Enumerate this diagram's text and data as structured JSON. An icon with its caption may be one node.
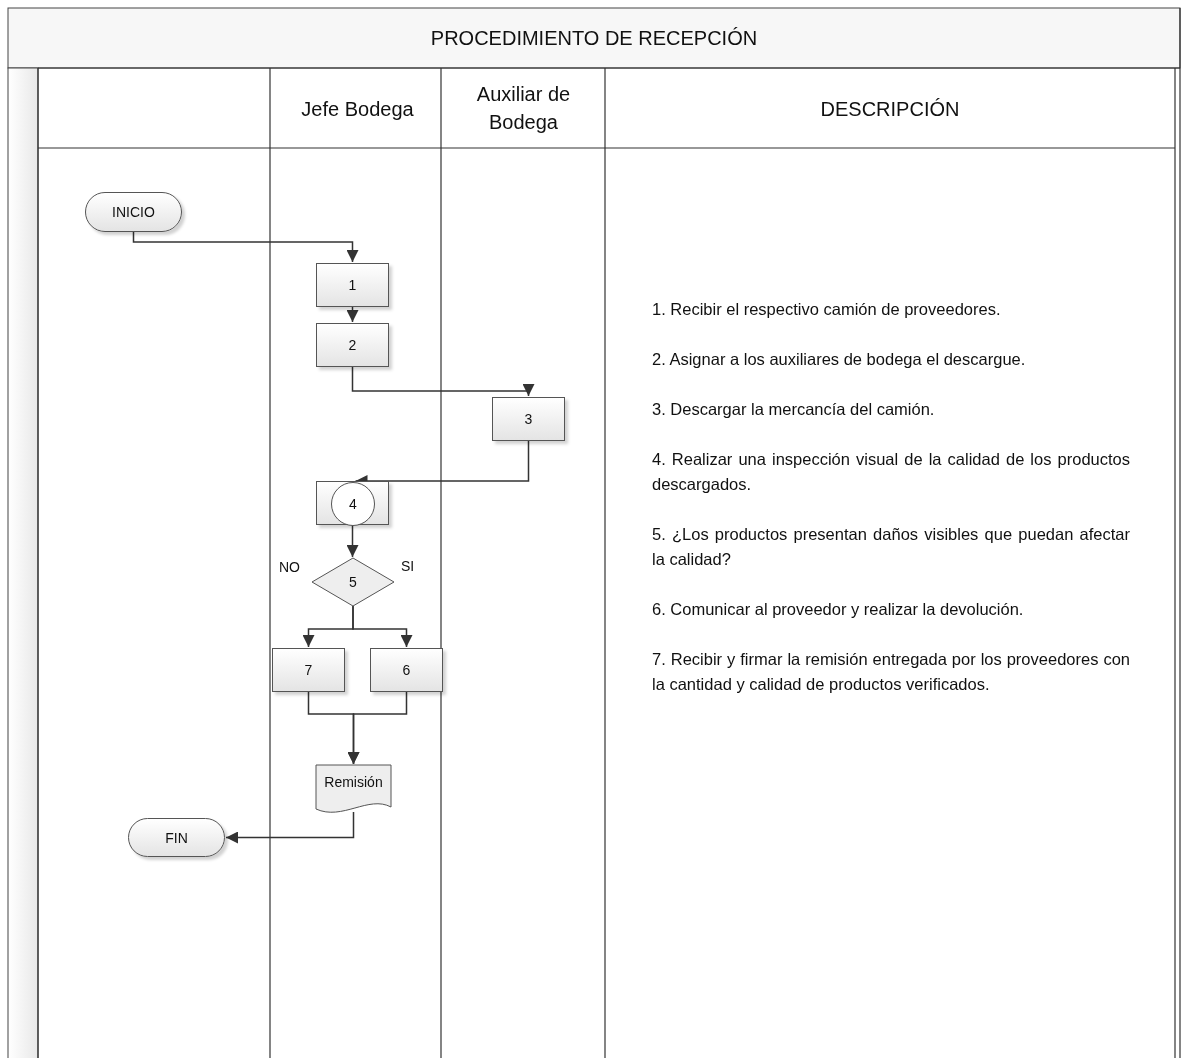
{
  "diagram": {
    "title": "PROCEDIMIENTO DE RECEPCIÓN",
    "nodes": [
      {
        "text": [
          "INICIO"
        ]
      },
      {
        "text": [
          "1"
        ]
      },
      {
        "text": [
          "2"
        ]
      },
      {
        "text": [
          "3"
        ]
      },
      {
        "text": [],
        "shape": "box"
      },
      {
        "text": [
          "4"
        ],
        "in": 4
      },
      {
        "text": [
          "5"
        ]
      },
      {
        "text": [
          "7"
        ]
      },
      {
        "text": [
          "6"
        ]
      },
      {
        "text": [
          "Remisión"
        ]
      },
      {
        "text": [
          "FIN"
        ]
      }
    ],
    "edges": [
      {
        "from": 0,
        "to": 1,
        "arrow": "to"
      },
      {
        "from": 1,
        "to": 2,
        "arrow": "to"
      },
      {
        "from": 2,
        "to": 3,
        "arrow": "to"
      },
      {
        "from": 3,
        "to": 4,
        "arrow": "to"
      },
      {
        "from": 4,
        "to": 6,
        "arrow": "to"
      },
      {
        "from": 6,
        "to": 7,
        "arrow": "to",
        "label": "NO"
      },
      {
        "from": 6,
        "to": 8,
        "arrow": "to",
        "label": "SI"
      },
      {
        "from": 7,
        "to": 9,
        "arrow": "to"
      },
      {
        "from": 8,
        "to": 9,
        "arrow": "to"
      },
      {
        "from": 9,
        "to": 10,
        "arrow": "to"
      }
    ],
    "labels": [
      "Jefe Bodega",
      "Auxiliar de Bodega",
      "DESCRIPCIÓN",
      "1. Recibir el respectivo camión de proveedores.",
      "2. Asignar a los auxiliares de bodega el descargue.",
      "3. Descargar la mercancía del camión.",
      "4. Realizar una inspección visual de la calidad de los productos descargados.",
      "5. ¿Los productos presentan daños visibles que puedan afectar la calidad?",
      "6. Comunicar al proveedor y realizar la devolución.",
      "7. Recibir y firmar la remisión entregada por los proveedores con la cantidad y calidad  de productos verificados."
    ]
  }
}
